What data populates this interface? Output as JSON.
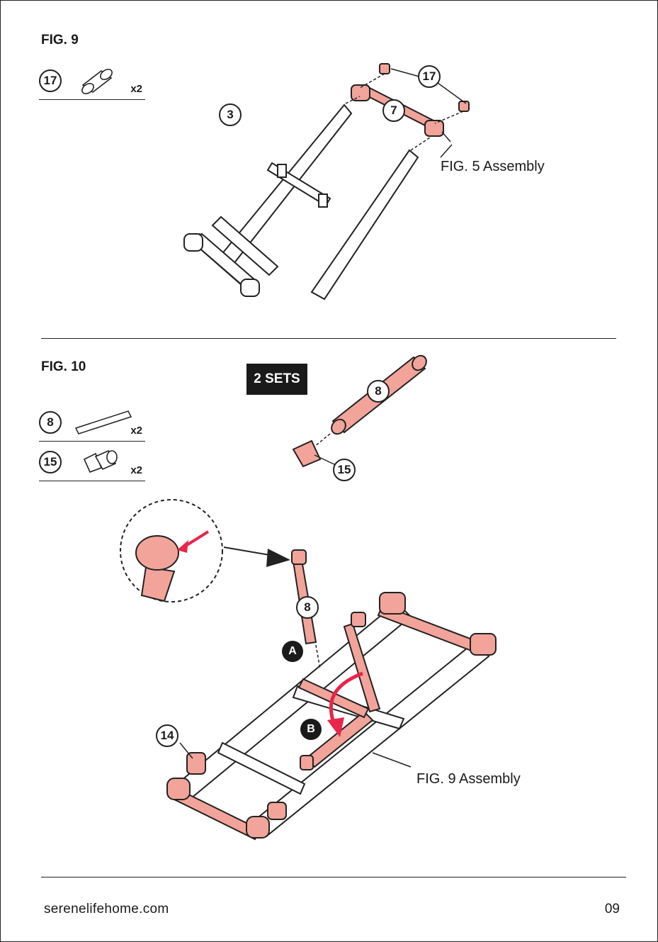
{
  "fig9": {
    "title": "FIG. 9",
    "parts": [
      {
        "number": "17",
        "qty": "x2"
      }
    ],
    "callouts": {
      "three": "3",
      "seven": "7",
      "seventeen": "17"
    },
    "assembly_label": "FIG. 5 Assembly"
  },
  "fig10": {
    "title": "FIG. 10",
    "parts": [
      {
        "number": "8",
        "qty": "x2"
      },
      {
        "number": "15",
        "qty": "x2"
      }
    ],
    "sets_label": "2 SETS",
    "callouts": {
      "eight": "8",
      "fifteen": "15",
      "eight_b": "8",
      "fourteen": "14",
      "a": "A",
      "b": "B"
    },
    "assembly_label": "FIG. 9 Assembly"
  },
  "footer": {
    "url": "serenelifehome.com",
    "page": "09"
  },
  "colors": {
    "part_highlight": "#f2a49a",
    "arrow_red": "#e8254a",
    "ink": "#1a1a1a"
  }
}
